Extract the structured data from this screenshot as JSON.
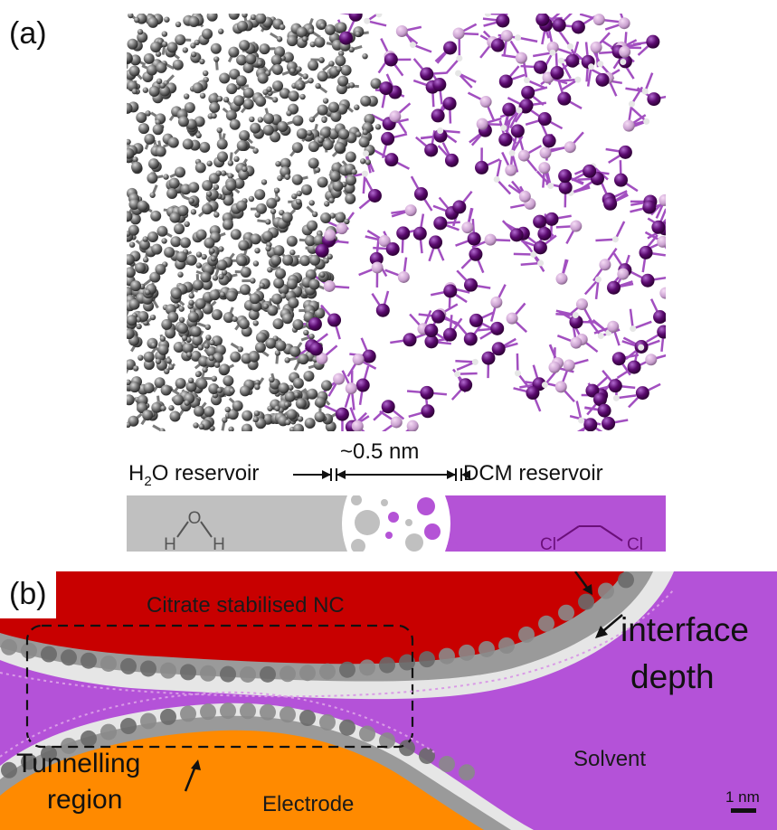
{
  "panel_a": {
    "label": "(a)",
    "reservoir_left": "H",
    "reservoir_left_sub": "2",
    "reservoir_left_rest": "O reservoir",
    "gap_label": "~0.5 nm",
    "reservoir_right": "DCM reservoir",
    "water_molecule": {
      "o": "O",
      "h1": "H",
      "h2": "H"
    },
    "dcm_molecule": {
      "cl1": "Cl",
      "cl2": "Cl"
    },
    "colors": {
      "water": "#c0c0c0",
      "dcm": "#b453d6",
      "dcm_dark": "#6b0f7a"
    }
  },
  "panel_b": {
    "label": "(b)",
    "nc_label": "Citrate stabilised NC",
    "interface_label_1": "interface",
    "interface_label_2": "depth",
    "tunnelling_label_1": "Tunnelling",
    "tunnelling_label_2": "region",
    "electrode_label": "Electrode",
    "solvent_label": "Solvent",
    "scale_label": "1 nm",
    "colors": {
      "nc": "#c80000",
      "electrode": "#ff8a00",
      "solvent": "#b452d8",
      "shell": "#9a9a9a"
    }
  }
}
